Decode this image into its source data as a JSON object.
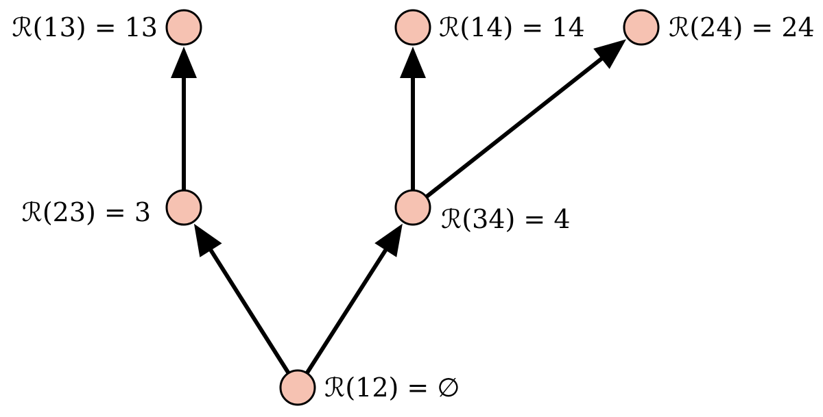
{
  "diagram": {
    "node_fill": "#f6c2b2",
    "stroke_color": "#000000",
    "nodes": [
      {
        "id": "r13",
        "label": "ℛ(13) = 13"
      },
      {
        "id": "r14",
        "label": "ℛ(14) = 14"
      },
      {
        "id": "r24",
        "label": "ℛ(24) = 24"
      },
      {
        "id": "r23",
        "label": "ℛ(23) = 3"
      },
      {
        "id": "r34",
        "label": "ℛ(34) = 4"
      },
      {
        "id": "r12",
        "label": "ℛ(12) = ∅"
      }
    ],
    "edges": [
      {
        "from": "r12",
        "to": "r23"
      },
      {
        "from": "r12",
        "to": "r34"
      },
      {
        "from": "r23",
        "to": "r13"
      },
      {
        "from": "r34",
        "to": "r14"
      },
      {
        "from": "r34",
        "to": "r24"
      }
    ]
  }
}
